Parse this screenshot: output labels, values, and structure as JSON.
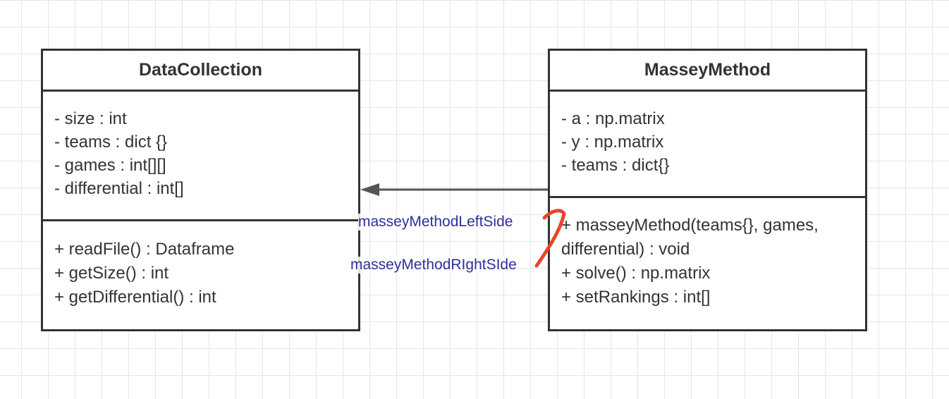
{
  "classes": {
    "data_collection": {
      "name": "DataCollection",
      "attributes": [
        "- size : int",
        "- teams : dict {}",
        "- games : int[][]",
        "- differential : int[]"
      ],
      "methods": [
        "+ readFile() : Dataframe",
        "+ getSize() : int",
        "+ getDifferential() : int"
      ]
    },
    "massey_method": {
      "name": "MasseyMethod",
      "attributes": [
        "- a : np.matrix",
        "- y : np.matrix",
        "- teams : dict{}"
      ],
      "methods": [
        "+ masseyMethod(teams{}, games,",
        "differential) : void",
        "+ solve() : np.matrix",
        "+ setRankings : int[]"
      ]
    }
  },
  "connector": {
    "type": "association-arrow",
    "direction": "MasseyMethod → DataCollection",
    "left_label": "masseyMethodLeftSide",
    "right_label": "masseyMethodRIghtSIde",
    "line_color": "#555555",
    "label_color": "#2e2e9a",
    "annotation_color": "#e8452c"
  }
}
